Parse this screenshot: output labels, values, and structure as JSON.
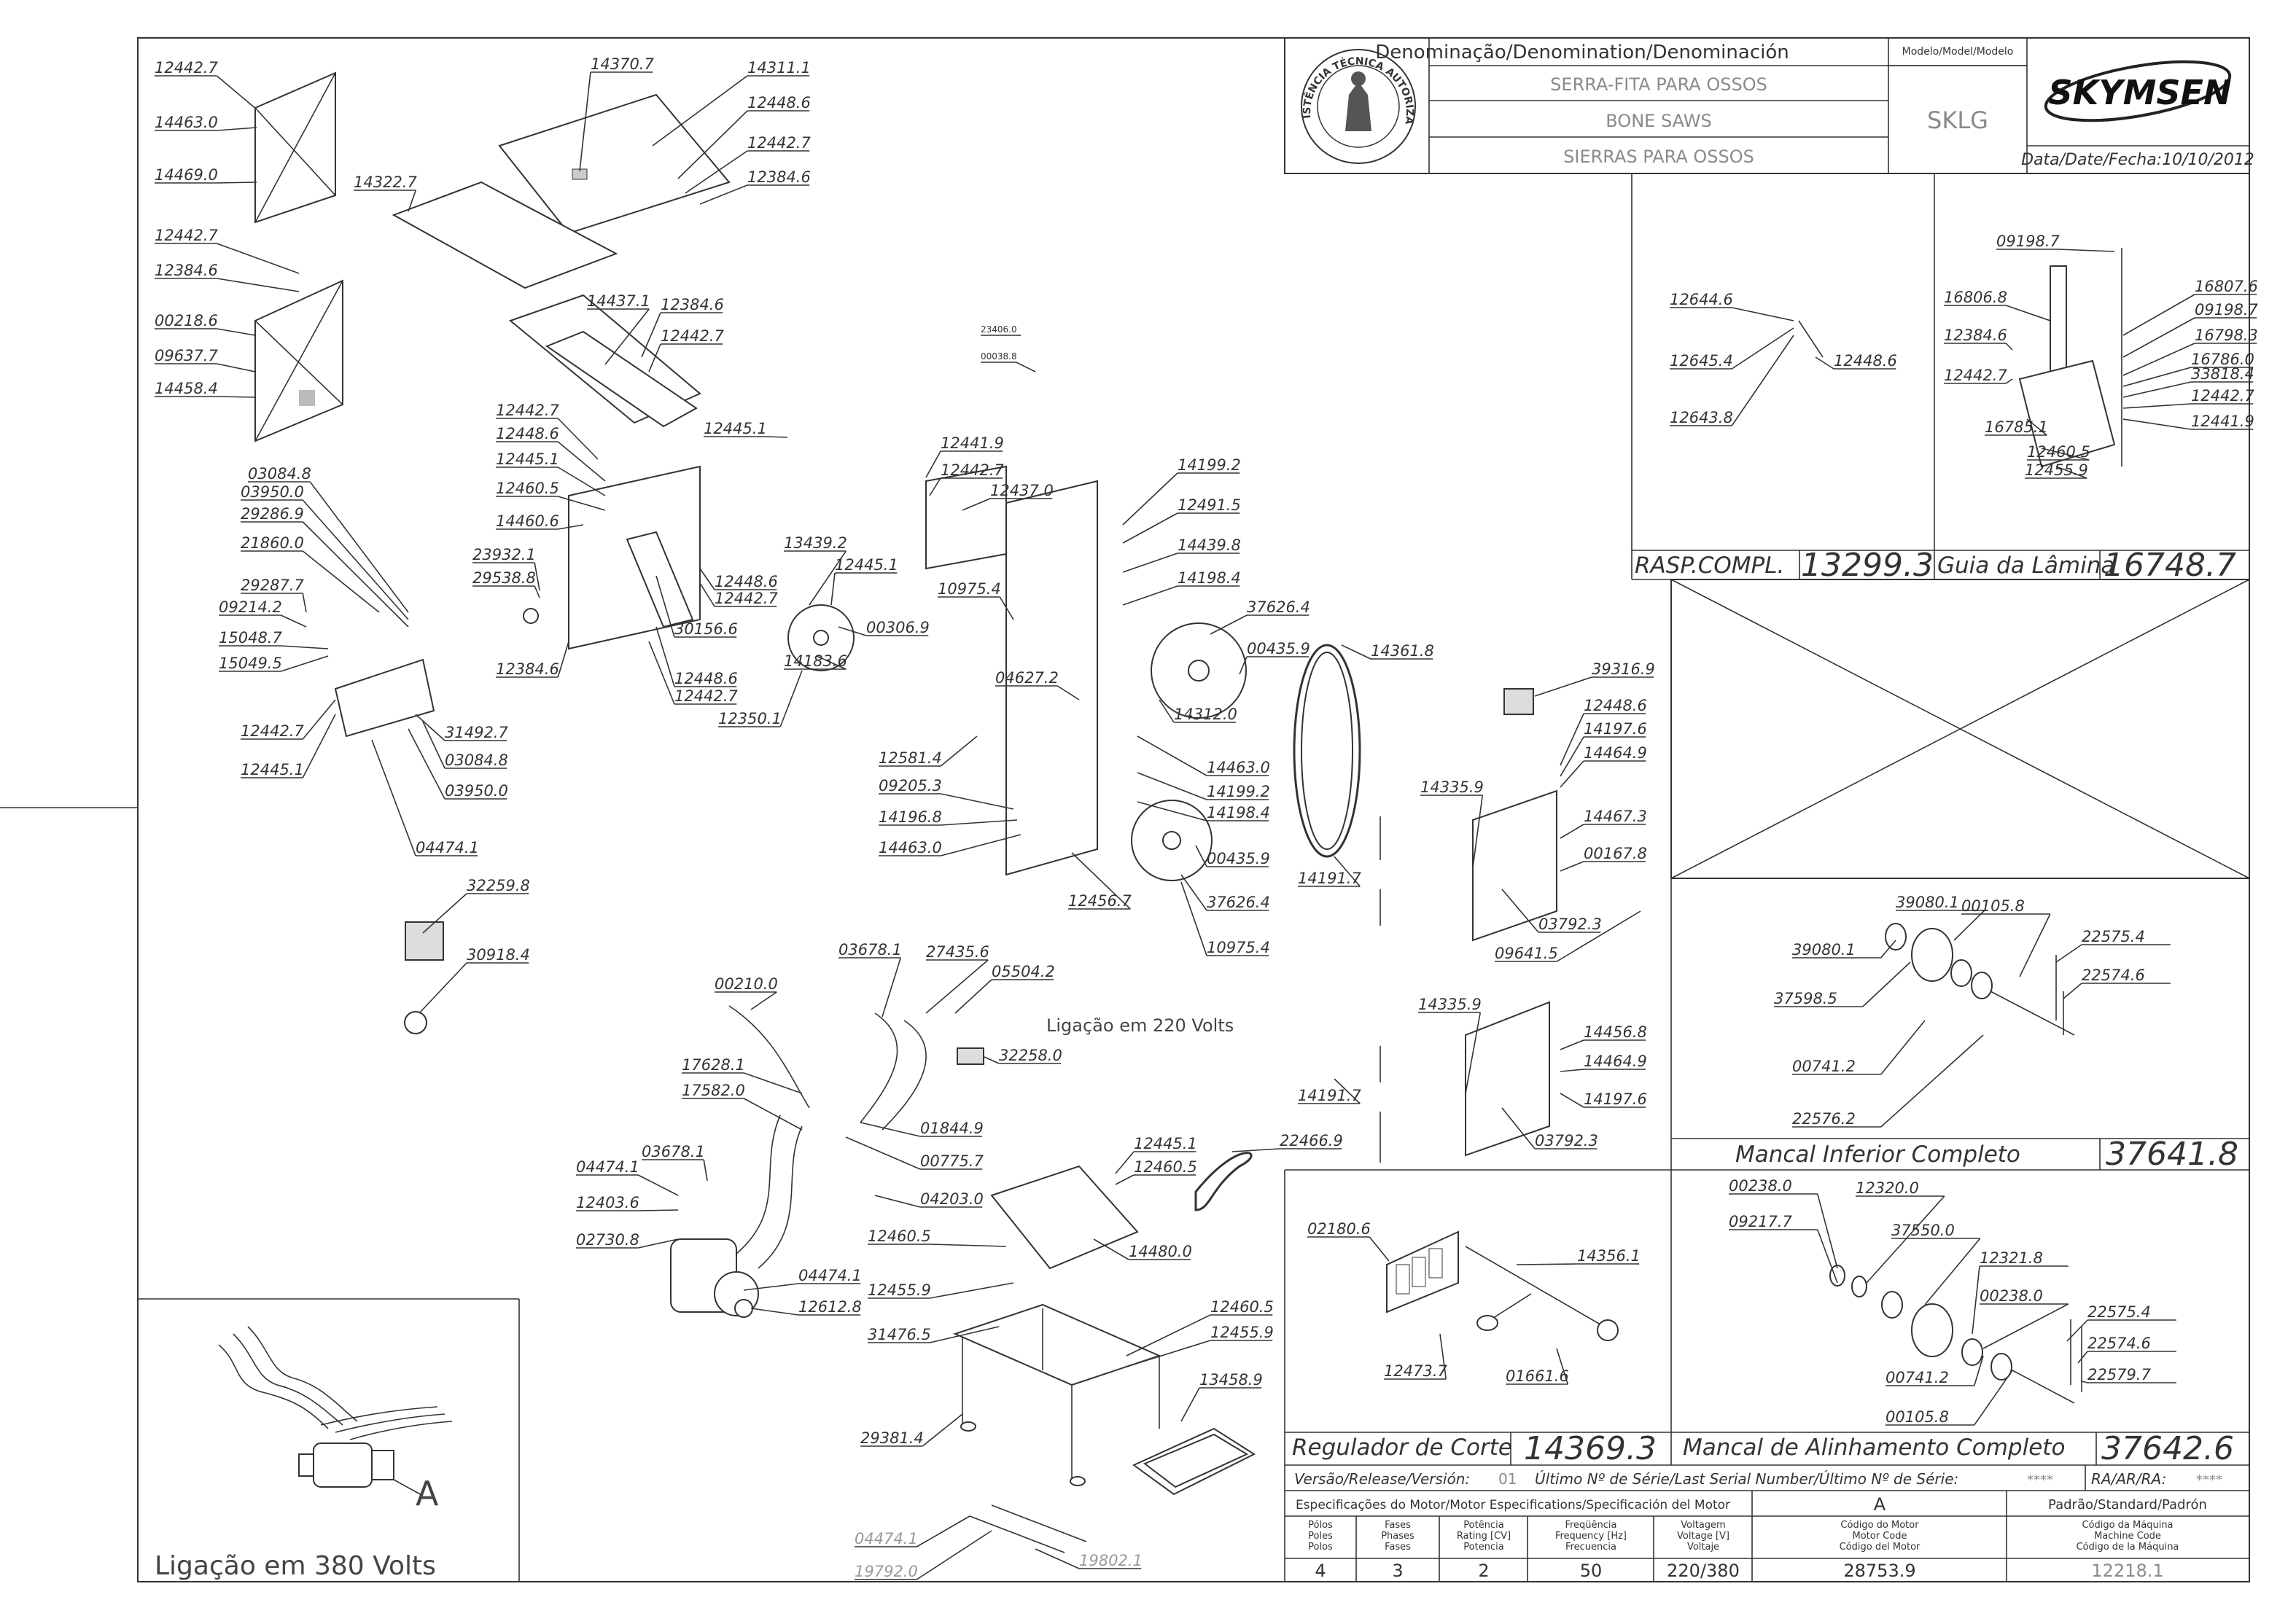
{
  "title_block": {
    "denomination_header": "Denominação/Denomination/Denominación",
    "model_header": "Modelo/Model/Modelo",
    "name_pt": "SERRA-FITA PARA OSSOS",
    "name_en": "BONE SAWS",
    "name_es": "SIERRAS PARA OSSOS",
    "model": "SKLG",
    "brand": "SKYMSEN",
    "date": "Data/Date/Fecha:10/10/2012",
    "stamp_text": "ASSISTÊNCIA TÉCNICA AUTORIZADA"
  },
  "kits": {
    "rasp_label": "RASP.COMPL.",
    "rasp_code": "13299.3",
    "guia_label": "Guia da Lâmina",
    "guia_code": "16748.7",
    "mancal_inf_label": "Mancal Inferior Completo",
    "mancal_inf_code": "37641.8",
    "regulador_label": "Regulador de Corte",
    "regulador_code": "14369.3",
    "mancal_alin_label": "Mancal de Alinhamento Completo",
    "mancal_alin_code": "37642.6"
  },
  "release": {
    "version_label": "Versão/Release/Versión:",
    "version": "01",
    "serial_label": "Último Nº de Série/Last Serial Number/Último Nº de Série:",
    "serial": "****",
    "ra_label": "RA/AR/RA:",
    "ra": "****"
  },
  "motor": {
    "header": "Especificações do Motor/Motor Especifications/Specificación del Motor",
    "variant": "A",
    "standard": "Padrão/Standard/Padrón",
    "cols": [
      "Pólos\nPoles\nPolos",
      "Fases\nPhases\nFases",
      "Potência\nRating [CV]\nPotencia",
      "Freqüência\nFrequency [Hz]\nFrecuencia",
      "Voltagem\nVoltage [V]\nVoltaje",
      "Código do Motor\nMotor Code\nCódigo del Motor",
      "Código da Máquina\nMachine Code\nCódigo de la Máquina"
    ],
    "values": [
      "4",
      "3",
      "2",
      "50",
      "220/380",
      "28753.9",
      "12218.1"
    ]
  },
  "notes": {
    "wiring_220": "Ligação em 220 Volts",
    "wiring_380": "Ligação em 380 Volts",
    "detail_a": "A"
  },
  "parts": [
    "12442.7",
    "14463.0",
    "14469.0",
    "12442.7",
    "12384.6",
    "00218.6",
    "09637.7",
    "14458.4",
    "14370.7",
    "14311.1",
    "12448.6",
    "12442.7",
    "12384.6",
    "14322.7",
    "14437.1",
    "12384.6",
    "12442.7",
    "12442.7",
    "12448.6",
    "12445.1",
    "12460.5",
    "14460.6",
    "23932.1",
    "29538.8",
    "30156.6",
    "12448.6",
    "12442.7",
    "12384.6",
    "12448.6",
    "12442.7",
    "03084.8",
    "03950.0",
    "29286.9",
    "21860.0",
    "29287.7",
    "09214.2",
    "15048.7",
    "15049.5",
    "12442.7",
    "12445.1",
    "31492.7",
    "03084.8",
    "03950.0",
    "04474.1",
    "32259.8",
    "30918.4",
    "12445.1",
    "12441.9",
    "12442.7",
    "12437.0",
    "13439.2",
    "12445.1",
    "10975.4",
    "00306.9",
    "14183.6",
    "12350.1",
    "23406.0",
    "00038.8",
    "14199.2",
    "12491.5",
    "14439.8",
    "14198.4",
    "37626.4",
    "00435.9",
    "14312.0",
    "04627.2",
    "12581.4",
    "09205.3",
    "14196.8",
    "14463.0",
    "14463.0",
    "14199.2",
    "14198.4",
    "00435.9",
    "12456.7",
    "37626.4",
    "10975.4",
    "14361.8",
    "14191.7",
    "14191.7",
    "39316.9",
    "12448.6",
    "14197.6",
    "14464.9",
    "14467.3",
    "14335.9",
    "00167.8",
    "03792.3",
    "09641.5",
    "14335.9",
    "14456.8",
    "14464.9",
    "14197.6",
    "03792.3",
    "00210.0",
    "03678.1",
    "27435.6",
    "05504.2",
    "32258.0",
    "17628.1",
    "17582.0",
    "01844.9",
    "00775.7",
    "04203.0",
    "04474.1",
    "03678.1",
    "12403.6",
    "02730.8",
    "04474.1",
    "12612.8",
    "12445.1",
    "12460.5",
    "22466.9",
    "12460.5",
    "12455.9",
    "14480.0",
    "31476.5",
    "12460.5",
    "12455.9",
    "13458.9",
    "29381.4",
    "04474.1",
    "19792.0",
    "19802.1",
    "12644.6",
    "12645.4",
    "12448.6",
    "12643.8",
    "09198.7",
    "16806.8",
    "16807.6",
    "09198.7",
    "12384.6",
    "16798.3",
    "16786.0",
    "12442.7",
    "33818.4",
    "12442.7",
    "16785.1",
    "12441.9",
    "12460.5",
    "12455.9",
    "39080.1",
    "00105.8",
    "39080.1",
    "22575.4",
    "22574.6",
    "37598.5",
    "00741.2",
    "22576.2",
    "02180.6",
    "14356.1",
    "12473.7",
    "01661.6",
    "00238.0",
    "12320.0",
    "09217.7",
    "37550.0",
    "12321.8",
    "00238.0",
    "22575.4",
    "22574.6",
    "00741.2",
    "22579.7",
    "00105.8"
  ]
}
